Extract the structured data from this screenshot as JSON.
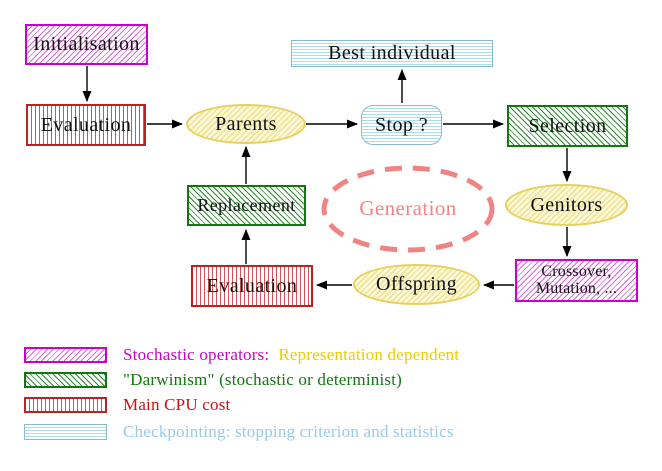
{
  "diagram": {
    "title_hint": "Evolutionary algorithm generation loop",
    "nodes": {
      "initialisation": {
        "label": "Initialisation",
        "style": "stochastic-operator"
      },
      "evaluation_top": {
        "label": "Evaluation",
        "style": "main-cpu-cost"
      },
      "parents": {
        "label": "Parents",
        "style": "population"
      },
      "stop": {
        "label": "Stop ?",
        "style": "checkpointing"
      },
      "best_individual": {
        "label": "Best individual",
        "style": "checkpointing"
      },
      "selection": {
        "label": "Selection",
        "style": "darwinism"
      },
      "genitors": {
        "label": "Genitors",
        "style": "population"
      },
      "crossover": {
        "label_line1": "Crossover,",
        "label_line2": "Mutation, ...",
        "style": "stochastic-operator"
      },
      "offspring": {
        "label": "Offspring",
        "style": "population"
      },
      "evaluation_bottom": {
        "label": "Evaluation",
        "style": "main-cpu-cost"
      },
      "replacement": {
        "label": "Replacement",
        "style": "darwinism"
      },
      "generation": {
        "label": "Generation",
        "style": "dashed-cycle"
      }
    },
    "edges": [
      "initialisation->evaluation_top",
      "evaluation_top->parents",
      "parents->stop",
      "stop->best_individual",
      "stop->selection",
      "selection->genitors",
      "genitors->crossover",
      "crossover->offspring",
      "offspring->evaluation_bottom",
      "evaluation_bottom->replacement",
      "replacement->parents"
    ],
    "legend": {
      "rows": [
        {
          "part1": "Stochastic operators:",
          "part2": "Representation dependent",
          "swatch": "magenta-diagonal-hatch"
        },
        {
          "part1": "\"Darwinism\" (stochastic or determinist)",
          "swatch": "green-diagonal-hatch"
        },
        {
          "part1": "Main CPU cost",
          "swatch": "red-vertical-lines"
        },
        {
          "part1": "Checkpointing: stopping criterion and statistics",
          "swatch": "cyan-horizontal-lines"
        }
      ]
    },
    "colors": {
      "magenta": "#cc00cc",
      "green": "#117711",
      "red": "#bb2222",
      "red_text": "#cc1111",
      "cyan_border": "#88bbcc",
      "cyan_lines": "#aaddee",
      "yellow_border": "#e8d060",
      "salmon": "#ee8585",
      "gold": "#eecb00",
      "light_blue": "#99cbe8",
      "black": "#111111"
    }
  }
}
